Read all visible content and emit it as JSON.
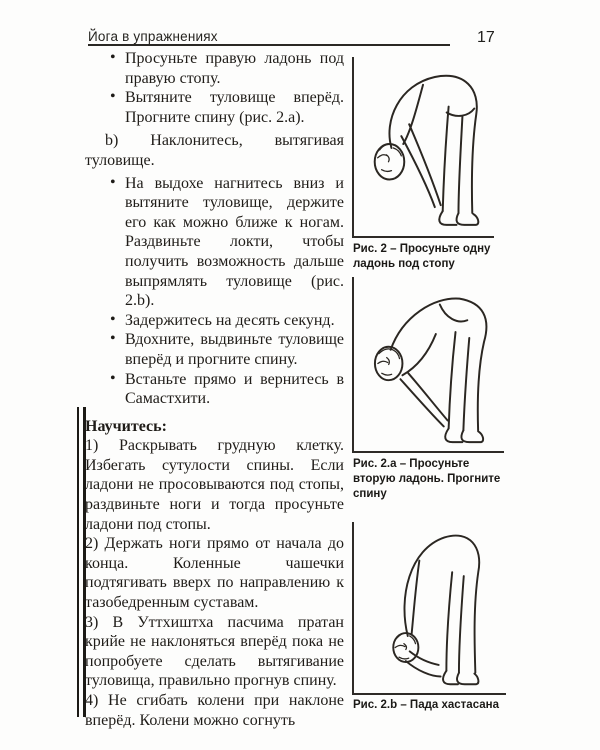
{
  "header": {
    "title": "Йога в упражнениях",
    "page_number": "17"
  },
  "glyphs": {
    "bullet": "•"
  },
  "left_column": {
    "bullets_a": [
      "Просуньте правую ладонь под правую стопу.",
      "Вытяните туловище вперёд. Прогните спину (рис. 2.а)."
    ],
    "paragraph_b": "b) Наклонитесь, вытягивая туловище.",
    "bullets_b": [
      "На выдохе нагнитесь вниз и вытяните туловище, держите его как можно ближе к ногам. Раздвиньте локти, чтобы получить возможность дальше выпрямлять туловище (рис. 2.b).",
      "Задержитесь на десять секунд.",
      "Вдохните, выдвиньте туловище вперёд и прогните спину.",
      "Встаньте прямо и вернитесь в Самастхити."
    ],
    "learn_heading": "Научитесь:",
    "learn_items": [
      "1) Раскрывать грудную клетку. Избегать сутулости спины. Если ладони не просовываются под стопы, раздвиньте ноги и тогда просуньте ладони под стопы.",
      "2) Держать ноги прямо от начала до конца. Коленные чашечки подтягивать вверх по направлению к тазобедренным суставам.",
      "3) В Уттхиштха пасчима пратан крийе не наклоняться вперёд пока не попробуете сделать вытягивание туловища, правильно прогнув спину.",
      "4) Не сгибать колени при наклоне вперёд. Колени можно согнуть"
    ]
  },
  "figures": [
    {
      "caption": "Рис. 2 – Просуньте одну ладонь под стопу"
    },
    {
      "caption": "Рис. 2.а – Просуньте вторую ладонь. Прогните спину"
    },
    {
      "caption": "Рис. 2.b – Пада хастасана"
    }
  ],
  "colors": {
    "paper": "#fdfdfc",
    "ink": "#1f1c18"
  }
}
